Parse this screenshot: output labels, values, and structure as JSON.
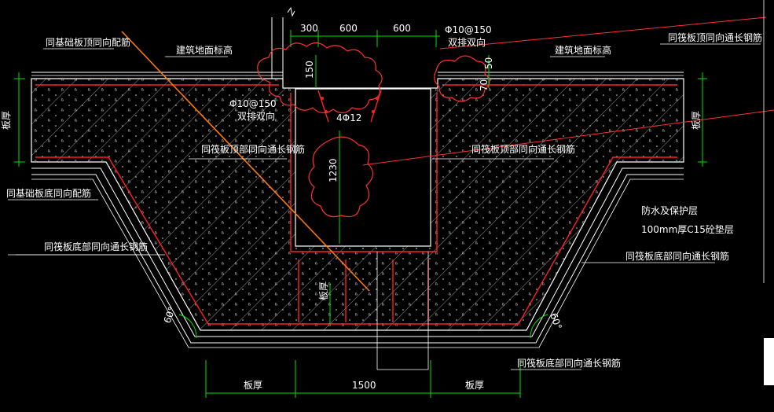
{
  "labels": {
    "same_base_top_rebar": "同基础板顶同向配筋",
    "building_floor_level_left": "建筑地面标高",
    "building_floor_level_right": "建筑地面标高",
    "same_raft_top_long_right": "同筏板顶同向通长钢筋",
    "rebar_phi10_top": "Φ10@150",
    "double_row_bidirectional_top": "双排双向",
    "rebar_phi10_left": "Φ10@150",
    "double_row_bidirectional_left": "双排双向",
    "rebar_4phi12": "4Φ12",
    "same_raft_top_long_center_left": "同筏板顶部同向通长钢筋",
    "same_raft_top_long_center_right": "同筏板顶部同向通长钢筋",
    "same_base_bottom_rebar": "同基础板底同向配筋",
    "raft_bottom_long_left": "同筏板底部同向通长钢筋",
    "raft_bottom_long_right": "同筏板底部同向通长钢筋",
    "raft_bottom_long_bottom": "同筏板底部同向通长钢筋",
    "waterproof_layer": "防水及保护层",
    "cushion_layer": "100mm厚C15砼垫层",
    "slab_thick_left": "板厚",
    "slab_thick_right": "板厚",
    "slab_thick_center": "板厚",
    "slab_thick_bottom_left": "板厚",
    "slab_thick_bottom_right": "板厚"
  },
  "dimensions": {
    "d300": "300",
    "d600a": "600",
    "d600b": "600",
    "d150": "150",
    "d50": "50",
    "d70": "70",
    "d1230": "1230",
    "d1500": "1500",
    "angle_left": "60°",
    "angle_right": "60°"
  },
  "colors": {
    "background": "#000000",
    "concrete_outline": "#ffffff",
    "rebar": "#ff2020",
    "dimension": "#00ff00",
    "hatch": "#ffffff",
    "diagonal_orange": "#ff7a00",
    "cloud_markup": "#ff3030"
  }
}
